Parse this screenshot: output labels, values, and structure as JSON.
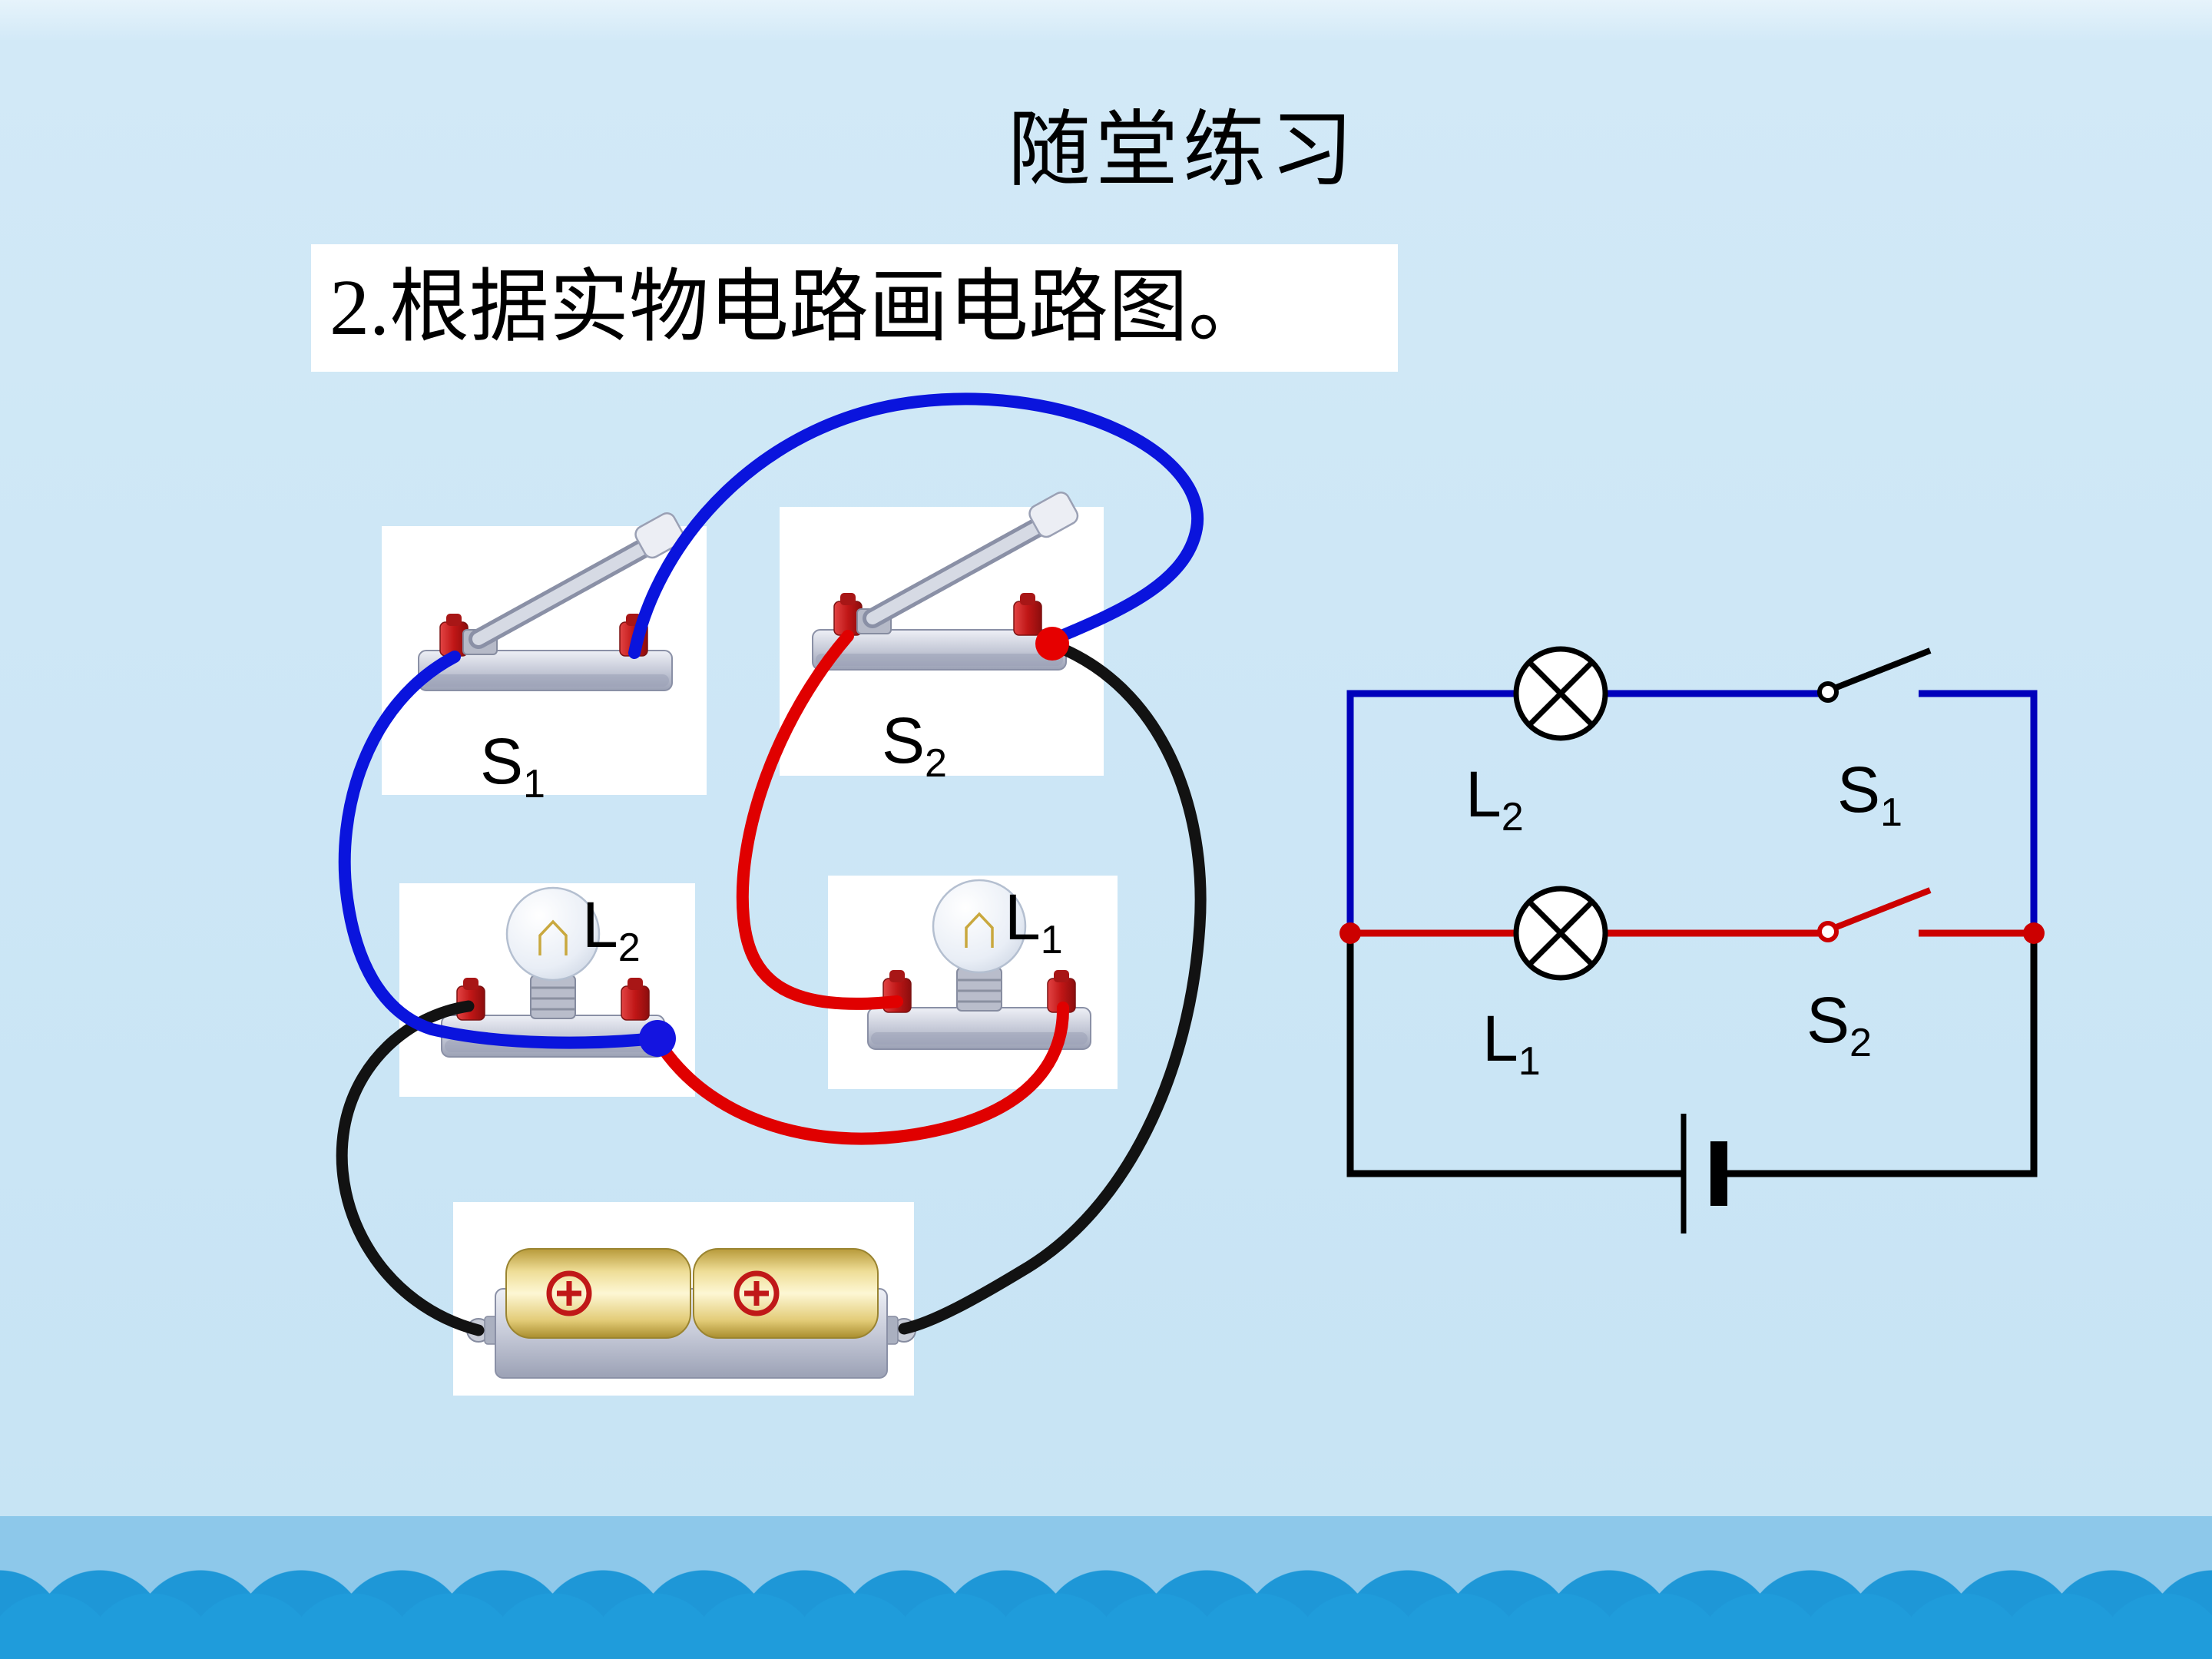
{
  "slide": {
    "title": "随堂练习",
    "question": "2.根据实物电路画电路图。"
  },
  "physical_circuit": {
    "switch1_label": {
      "base": "S",
      "sub": "1"
    },
    "switch2_label": {
      "base": "S",
      "sub": "2"
    },
    "lamp2_label": {
      "base": "L",
      "sub": "2"
    },
    "lamp1_label": {
      "base": "L",
      "sub": "1"
    },
    "icons": {
      "battery_positive": "plus-in-circle"
    }
  },
  "circuit_diagram": {
    "lamp2_label": {
      "base": "L",
      "sub": "2"
    },
    "switch1_label": {
      "base": "S",
      "sub": "1"
    },
    "lamp1_label": {
      "base": "L",
      "sub": "1"
    },
    "switch2_label": {
      "base": "S",
      "sub": "2"
    }
  },
  "colors": {
    "background": "#c6e3f4",
    "band": "#8dc8ea",
    "scallop": "#1f9cdb",
    "wire_blue": "#0a14dd",
    "wire_red": "#e00000",
    "wire_black": "#121212",
    "diagram_blue": "#0000bb",
    "diagram_red": "#cc0000",
    "junction_dot": "#cc0000"
  }
}
